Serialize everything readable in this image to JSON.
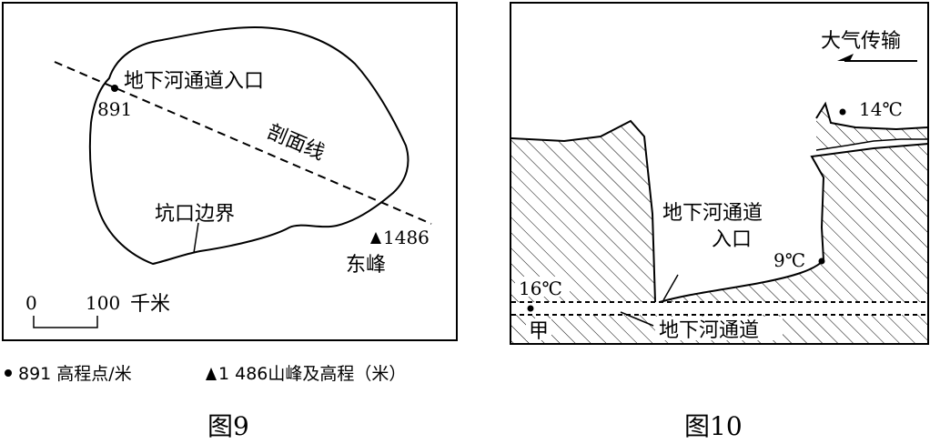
{
  "figure9": {
    "entrance_label": "地下河通道入口",
    "elevation_891": "891",
    "profile_label": "剖面线",
    "crater_boundary_label": "坑口边界",
    "peak_elevation": "1486",
    "peak_name": "东峰",
    "scale_zero": "0",
    "scale_100": "100",
    "scale_unit": "千米",
    "caption": "图9"
  },
  "legend": {
    "point_text": "891  高程点/米",
    "peak_text": "1 486山峰及高程（米）"
  },
  "figure10": {
    "atmosphere_label": "大气传输",
    "temp_top": "14℃",
    "entrance_line1": "地下河通道",
    "entrance_line2": "入口",
    "temp_wall": "9℃",
    "temp_jia": "16℃",
    "jia_label": "甲",
    "channel_label": "地下河通道",
    "caption": "图10"
  }
}
